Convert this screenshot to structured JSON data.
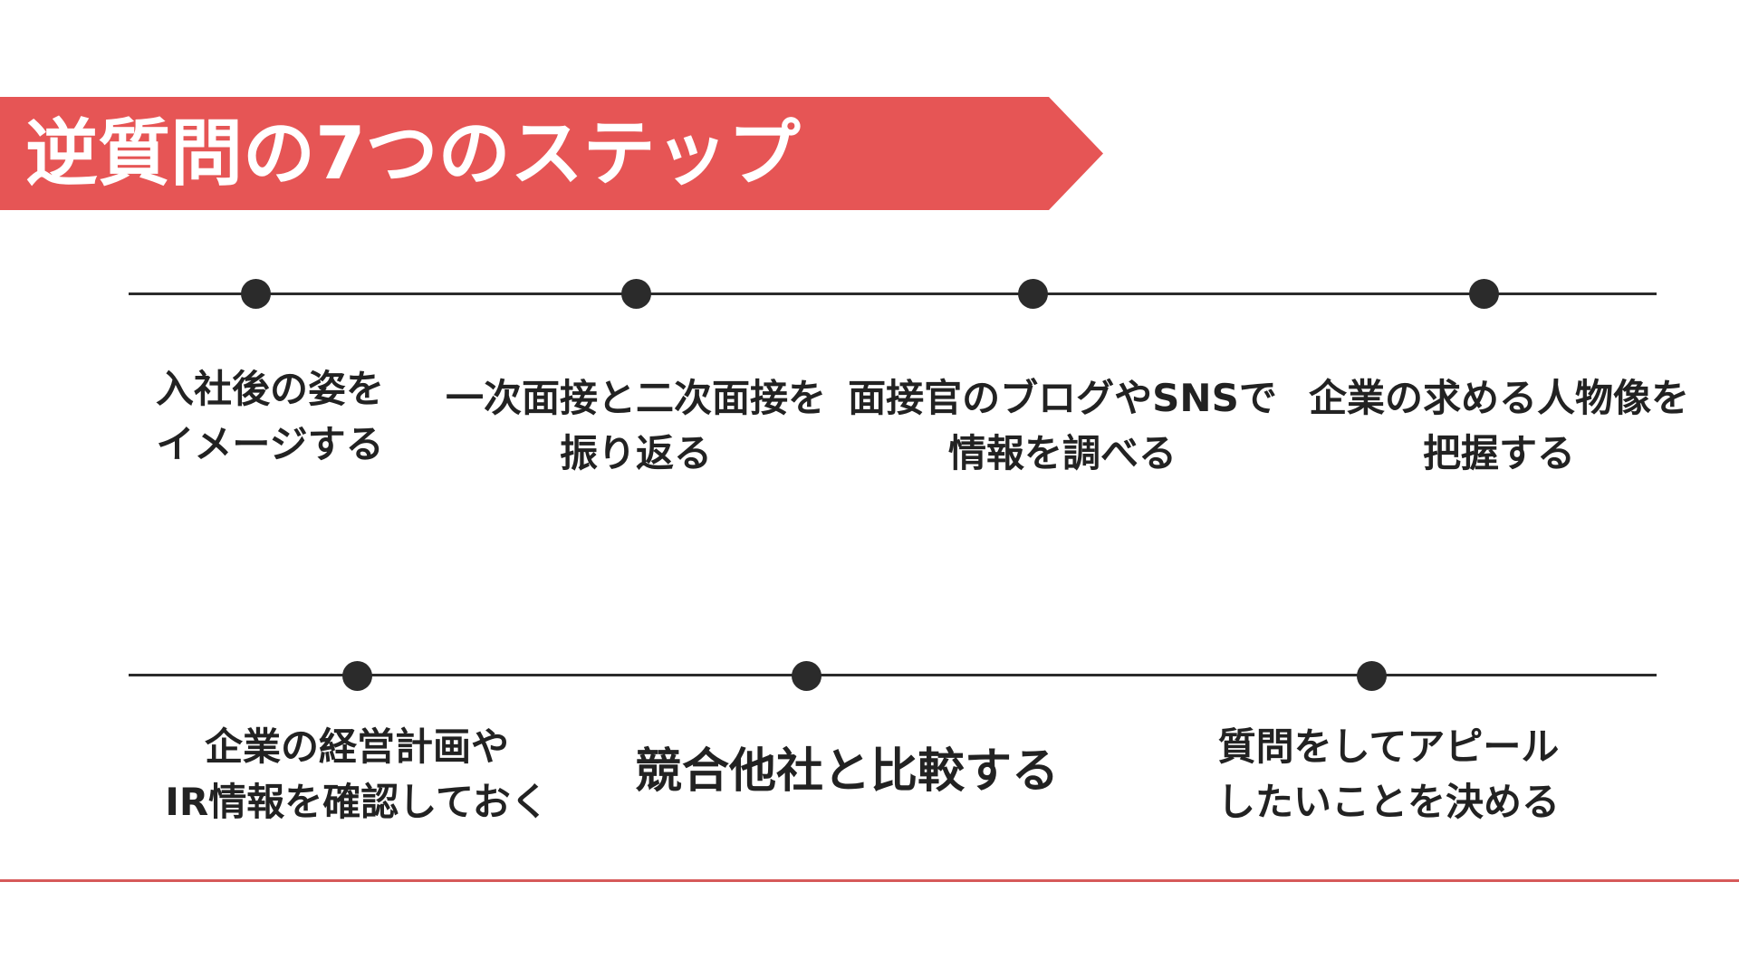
{
  "title": "逆質問の7つのステップ",
  "colors": {
    "accent": "#e65555",
    "line": "#2b2b2b",
    "text": "#222222",
    "rule": "#d65a5a"
  },
  "steps_row1": [
    {
      "line1": "入社後の姿を",
      "line2": "イメージする"
    },
    {
      "line1": "一次面接と二次面接を",
      "line2": "振り返る"
    },
    {
      "line1": "面接官のブログやSNSで",
      "line2": "情報を調べる"
    },
    {
      "line1": "企業の求める人物像を",
      "line2": "把握する"
    }
  ],
  "steps_row2": [
    {
      "line1": "企業の経営計画や",
      "line2": "IR情報を確認しておく"
    },
    {
      "line1": "競合他社と比較する"
    },
    {
      "line1": "質問をしてアピール",
      "line2": "したいことを決める"
    }
  ]
}
